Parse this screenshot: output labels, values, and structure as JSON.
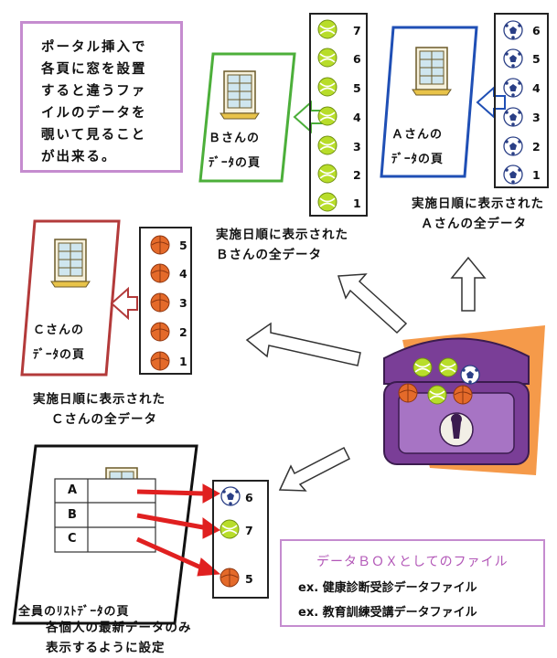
{
  "note": {
    "lines": [
      "ポータル挿入で",
      "各頁に窓を設置",
      "すると違うファ",
      "イルのデータを",
      "覗いて見ること",
      "が出来る。"
    ]
  },
  "person_a": {
    "page_label_1": "Ａさんの",
    "page_label_2": "ﾃﾞｰﾀの頁",
    "caption_1": "実施日順に表示された",
    "caption_2": "Ａさんの全データ",
    "numbers": [
      "6",
      "5",
      "4",
      "3",
      "2",
      "1"
    ]
  },
  "person_b": {
    "page_label_1": "Ｂさんの",
    "page_label_2": "ﾃﾞｰﾀの頁",
    "caption_1": "実施日順に表示された",
    "caption_2": "Ｂさんの全データ",
    "numbers": [
      "7",
      "6",
      "5",
      "4",
      "3",
      "2",
      "1"
    ]
  },
  "person_c": {
    "page_label_1": "Ｃさんの",
    "page_label_2": "ﾃﾞｰﾀの頁",
    "caption_1": "実施日順に表示された",
    "caption_2": "Ｃさんの全データ",
    "numbers": [
      "5",
      "4",
      "3",
      "2",
      "1"
    ]
  },
  "list_page": {
    "rows": [
      "A",
      "B",
      "C"
    ],
    "label": "全員のﾘｽﾄﾃﾞｰﾀの頁",
    "latest_numbers": [
      "6",
      "7",
      "5"
    ],
    "caption_1": "各個人の最新データのみ",
    "caption_2": "表示するように設定"
  },
  "file_box": {
    "title": "データＢＯＸとしてのファイル",
    "line_1": "ex. 健康診断受診データファイル",
    "line_2": "ex. 教育訓練受講データファイル"
  },
  "colors": {
    "a_border": "#1f4fb5",
    "b_border": "#4caf3a",
    "c_border": "#b33a3a",
    "note_border": "#c58ccf",
    "arrow_red": "#e02020"
  }
}
